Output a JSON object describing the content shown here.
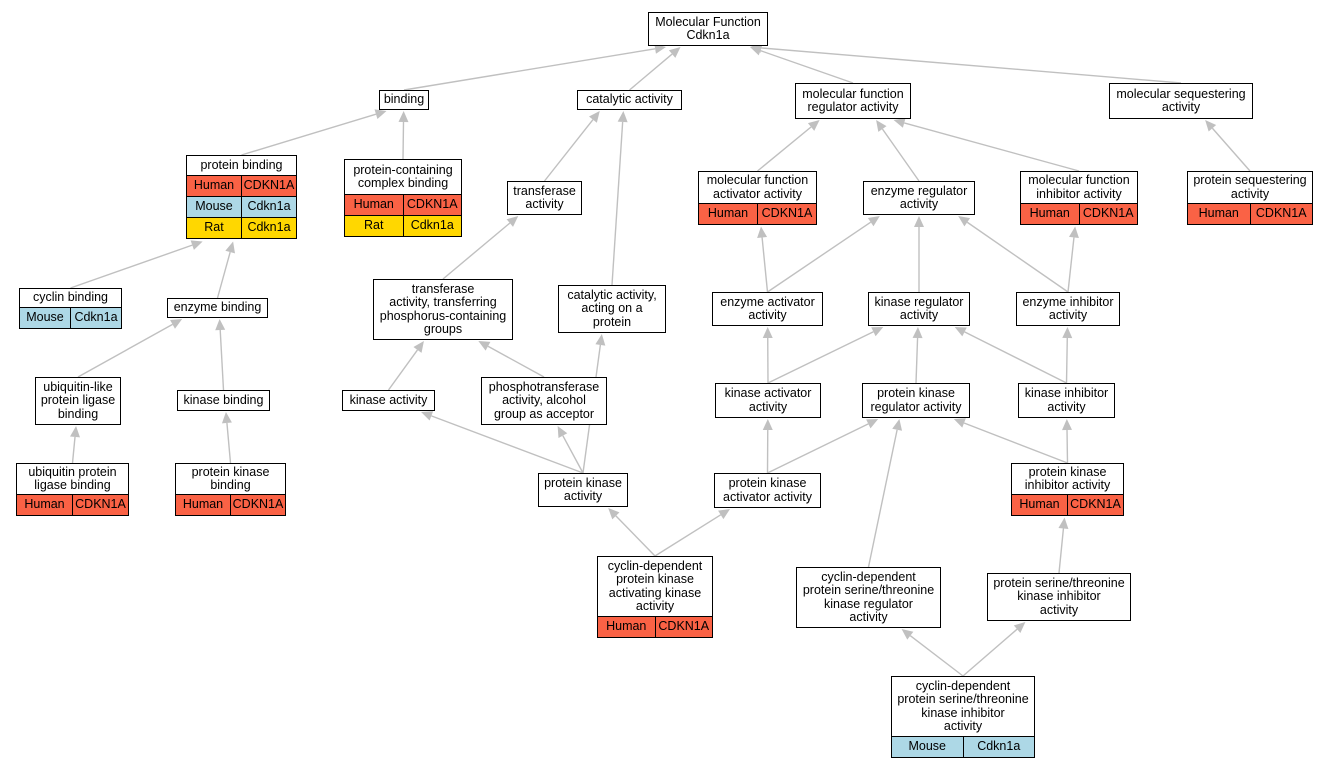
{
  "diagram": {
    "nodes": [
      {
        "id": "root",
        "lines": [
          "Molecular Function",
          "Cdkn1a"
        ],
        "rows": []
      },
      {
        "id": "binding",
        "lines": [
          "binding"
        ],
        "rows": []
      },
      {
        "id": "catalytic",
        "lines": [
          "catalytic activity"
        ],
        "rows": []
      },
      {
        "id": "mfreg",
        "lines": [
          "molecular function",
          "regulator activity"
        ],
        "rows": []
      },
      {
        "id": "molseq",
        "lines": [
          "molecular sequestering",
          "activity"
        ],
        "rows": []
      },
      {
        "id": "protbind",
        "lines": [
          "protein binding"
        ],
        "rows": [
          {
            "species": "Human",
            "gene": "CDKN1A"
          },
          {
            "species": "Mouse",
            "gene": "Cdkn1a"
          },
          {
            "species": "Rat",
            "gene": "Cdkn1a"
          }
        ]
      },
      {
        "id": "pccb",
        "lines": [
          "protein-containing",
          "complex binding"
        ],
        "rows": [
          {
            "species": "Human",
            "gene": "CDKN1A"
          },
          {
            "species": "Rat",
            "gene": "Cdkn1a"
          }
        ]
      },
      {
        "id": "transferase",
        "lines": [
          "transferase",
          "activity"
        ],
        "rows": []
      },
      {
        "id": "mfact",
        "lines": [
          "molecular function",
          "activator activity"
        ],
        "rows": [
          {
            "species": "Human",
            "gene": "CDKN1A"
          }
        ]
      },
      {
        "id": "enzreg",
        "lines": [
          "enzyme regulator",
          "activity"
        ],
        "rows": []
      },
      {
        "id": "mfinh",
        "lines": [
          "molecular function",
          "inhibitor activity"
        ],
        "rows": [
          {
            "species": "Human",
            "gene": "CDKN1A"
          }
        ]
      },
      {
        "id": "protseq",
        "lines": [
          "protein sequestering",
          "activity"
        ],
        "rows": [
          {
            "species": "Human",
            "gene": "CDKN1A"
          }
        ]
      },
      {
        "id": "cyclinbind",
        "lines": [
          "cyclin binding"
        ],
        "rows": [
          {
            "species": "Mouse",
            "gene": "Cdkn1a"
          }
        ]
      },
      {
        "id": "enzbind",
        "lines": [
          "enzyme binding"
        ],
        "rows": []
      },
      {
        "id": "transphos",
        "lines": [
          "transferase",
          "activity, transferring",
          "phosphorus-containing",
          "groups"
        ],
        "rows": []
      },
      {
        "id": "catprot",
        "lines": [
          "catalytic activity,",
          "acting on a",
          "protein"
        ],
        "rows": []
      },
      {
        "id": "enzact",
        "lines": [
          "enzyme activator",
          "activity"
        ],
        "rows": []
      },
      {
        "id": "kinreg",
        "lines": [
          "kinase regulator",
          "activity"
        ],
        "rows": []
      },
      {
        "id": "enzinh",
        "lines": [
          "enzyme inhibitor",
          "activity"
        ],
        "rows": []
      },
      {
        "id": "ubllig",
        "lines": [
          "ubiquitin-like",
          "protein ligase",
          "binding"
        ],
        "rows": []
      },
      {
        "id": "kinbind",
        "lines": [
          "kinase binding"
        ],
        "rows": []
      },
      {
        "id": "kinact",
        "lines": [
          "kinase activity"
        ],
        "rows": []
      },
      {
        "id": "phosalc",
        "lines": [
          "phosphotransferase",
          "activity, alcohol",
          "group as acceptor"
        ],
        "rows": []
      },
      {
        "id": "kinactv",
        "lines": [
          "kinase activator",
          "activity"
        ],
        "rows": []
      },
      {
        "id": "pkreg",
        "lines": [
          "protein kinase",
          "regulator activity"
        ],
        "rows": []
      },
      {
        "id": "kininh",
        "lines": [
          "kinase inhibitor",
          "activity"
        ],
        "rows": []
      },
      {
        "id": "ubprot",
        "lines": [
          "ubiquitin protein",
          "ligase binding"
        ],
        "rows": [
          {
            "species": "Human",
            "gene": "CDKN1A"
          }
        ]
      },
      {
        "id": "pkbind",
        "lines": [
          "protein kinase",
          "binding"
        ],
        "rows": [
          {
            "species": "Human",
            "gene": "CDKN1A"
          }
        ]
      },
      {
        "id": "pkact",
        "lines": [
          "protein kinase",
          "activity"
        ],
        "rows": []
      },
      {
        "id": "pkactv",
        "lines": [
          "protein kinase",
          "activator activity"
        ],
        "rows": []
      },
      {
        "id": "pkinh",
        "lines": [
          "protein kinase",
          "inhibitor activity"
        ],
        "rows": [
          {
            "species": "Human",
            "gene": "CDKN1A"
          }
        ]
      },
      {
        "id": "cdpkact",
        "lines": [
          "cyclin-dependent",
          "protein kinase",
          "activating kinase",
          "activity"
        ],
        "rows": [
          {
            "species": "Human",
            "gene": "CDKN1A"
          }
        ]
      },
      {
        "id": "cdstreg",
        "lines": [
          "cyclin-dependent",
          "protein serine/threonine",
          "kinase regulator",
          "activity"
        ],
        "rows": []
      },
      {
        "id": "pstinh",
        "lines": [
          "protein serine/threonine",
          "kinase inhibitor",
          "activity"
        ],
        "rows": []
      },
      {
        "id": "cdstinh",
        "lines": [
          "cyclin-dependent",
          "protein serine/threonine",
          "kinase inhibitor",
          "activity"
        ],
        "rows": [
          {
            "species": "Mouse",
            "gene": "Cdkn1a"
          }
        ]
      }
    ],
    "edges": [
      {
        "from": "binding",
        "to": "root"
      },
      {
        "from": "catalytic",
        "to": "root"
      },
      {
        "from": "mfreg",
        "to": "root"
      },
      {
        "from": "molseq",
        "to": "root"
      },
      {
        "from": "protbind",
        "to": "binding"
      },
      {
        "from": "pccb",
        "to": "binding"
      },
      {
        "from": "transferase",
        "to": "catalytic"
      },
      {
        "from": "catprot",
        "to": "catalytic"
      },
      {
        "from": "mfact",
        "to": "mfreg"
      },
      {
        "from": "enzreg",
        "to": "mfreg"
      },
      {
        "from": "mfinh",
        "to": "mfreg"
      },
      {
        "from": "protseq",
        "to": "molseq"
      },
      {
        "from": "cyclinbind",
        "to": "protbind"
      },
      {
        "from": "enzbind",
        "to": "protbind"
      },
      {
        "from": "transphos",
        "to": "transferase"
      },
      {
        "from": "enzact",
        "to": "mfact"
      },
      {
        "from": "enzact",
        "to": "enzreg"
      },
      {
        "from": "kinreg",
        "to": "enzreg"
      },
      {
        "from": "enzinh",
        "to": "enzreg"
      },
      {
        "from": "enzinh",
        "to": "mfinh"
      },
      {
        "from": "ubllig",
        "to": "enzbind"
      },
      {
        "from": "kinbind",
        "to": "enzbind"
      },
      {
        "from": "kinact",
        "to": "transphos"
      },
      {
        "from": "phosalc",
        "to": "transphos"
      },
      {
        "from": "kinactv",
        "to": "enzact"
      },
      {
        "from": "kinactv",
        "to": "kinreg"
      },
      {
        "from": "pkreg",
        "to": "kinreg"
      },
      {
        "from": "kininh",
        "to": "kinreg"
      },
      {
        "from": "kininh",
        "to": "enzinh"
      },
      {
        "from": "ubprot",
        "to": "ubllig"
      },
      {
        "from": "pkbind",
        "to": "kinbind"
      },
      {
        "from": "pkact",
        "to": "kinact"
      },
      {
        "from": "pkact",
        "to": "phosalc"
      },
      {
        "from": "pkact",
        "to": "catprot"
      },
      {
        "from": "pkactv",
        "to": "kinactv"
      },
      {
        "from": "pkactv",
        "to": "pkreg"
      },
      {
        "from": "pkinh",
        "to": "pkreg"
      },
      {
        "from": "pkinh",
        "to": "kininh"
      },
      {
        "from": "cdpkact",
        "to": "pkact"
      },
      {
        "from": "cdpkact",
        "to": "pkactv"
      },
      {
        "from": "cdstreg",
        "to": "pkreg"
      },
      {
        "from": "pstinh",
        "to": "pkinh"
      },
      {
        "from": "cdstinh",
        "to": "cdstreg"
      },
      {
        "from": "cdstinh",
        "to": "pstinh"
      }
    ],
    "colors": {
      "edge": "#c0c0c0",
      "Human": "#fa6245",
      "Mouse": "#add8e6",
      "Rat": "#ffd700"
    }
  }
}
